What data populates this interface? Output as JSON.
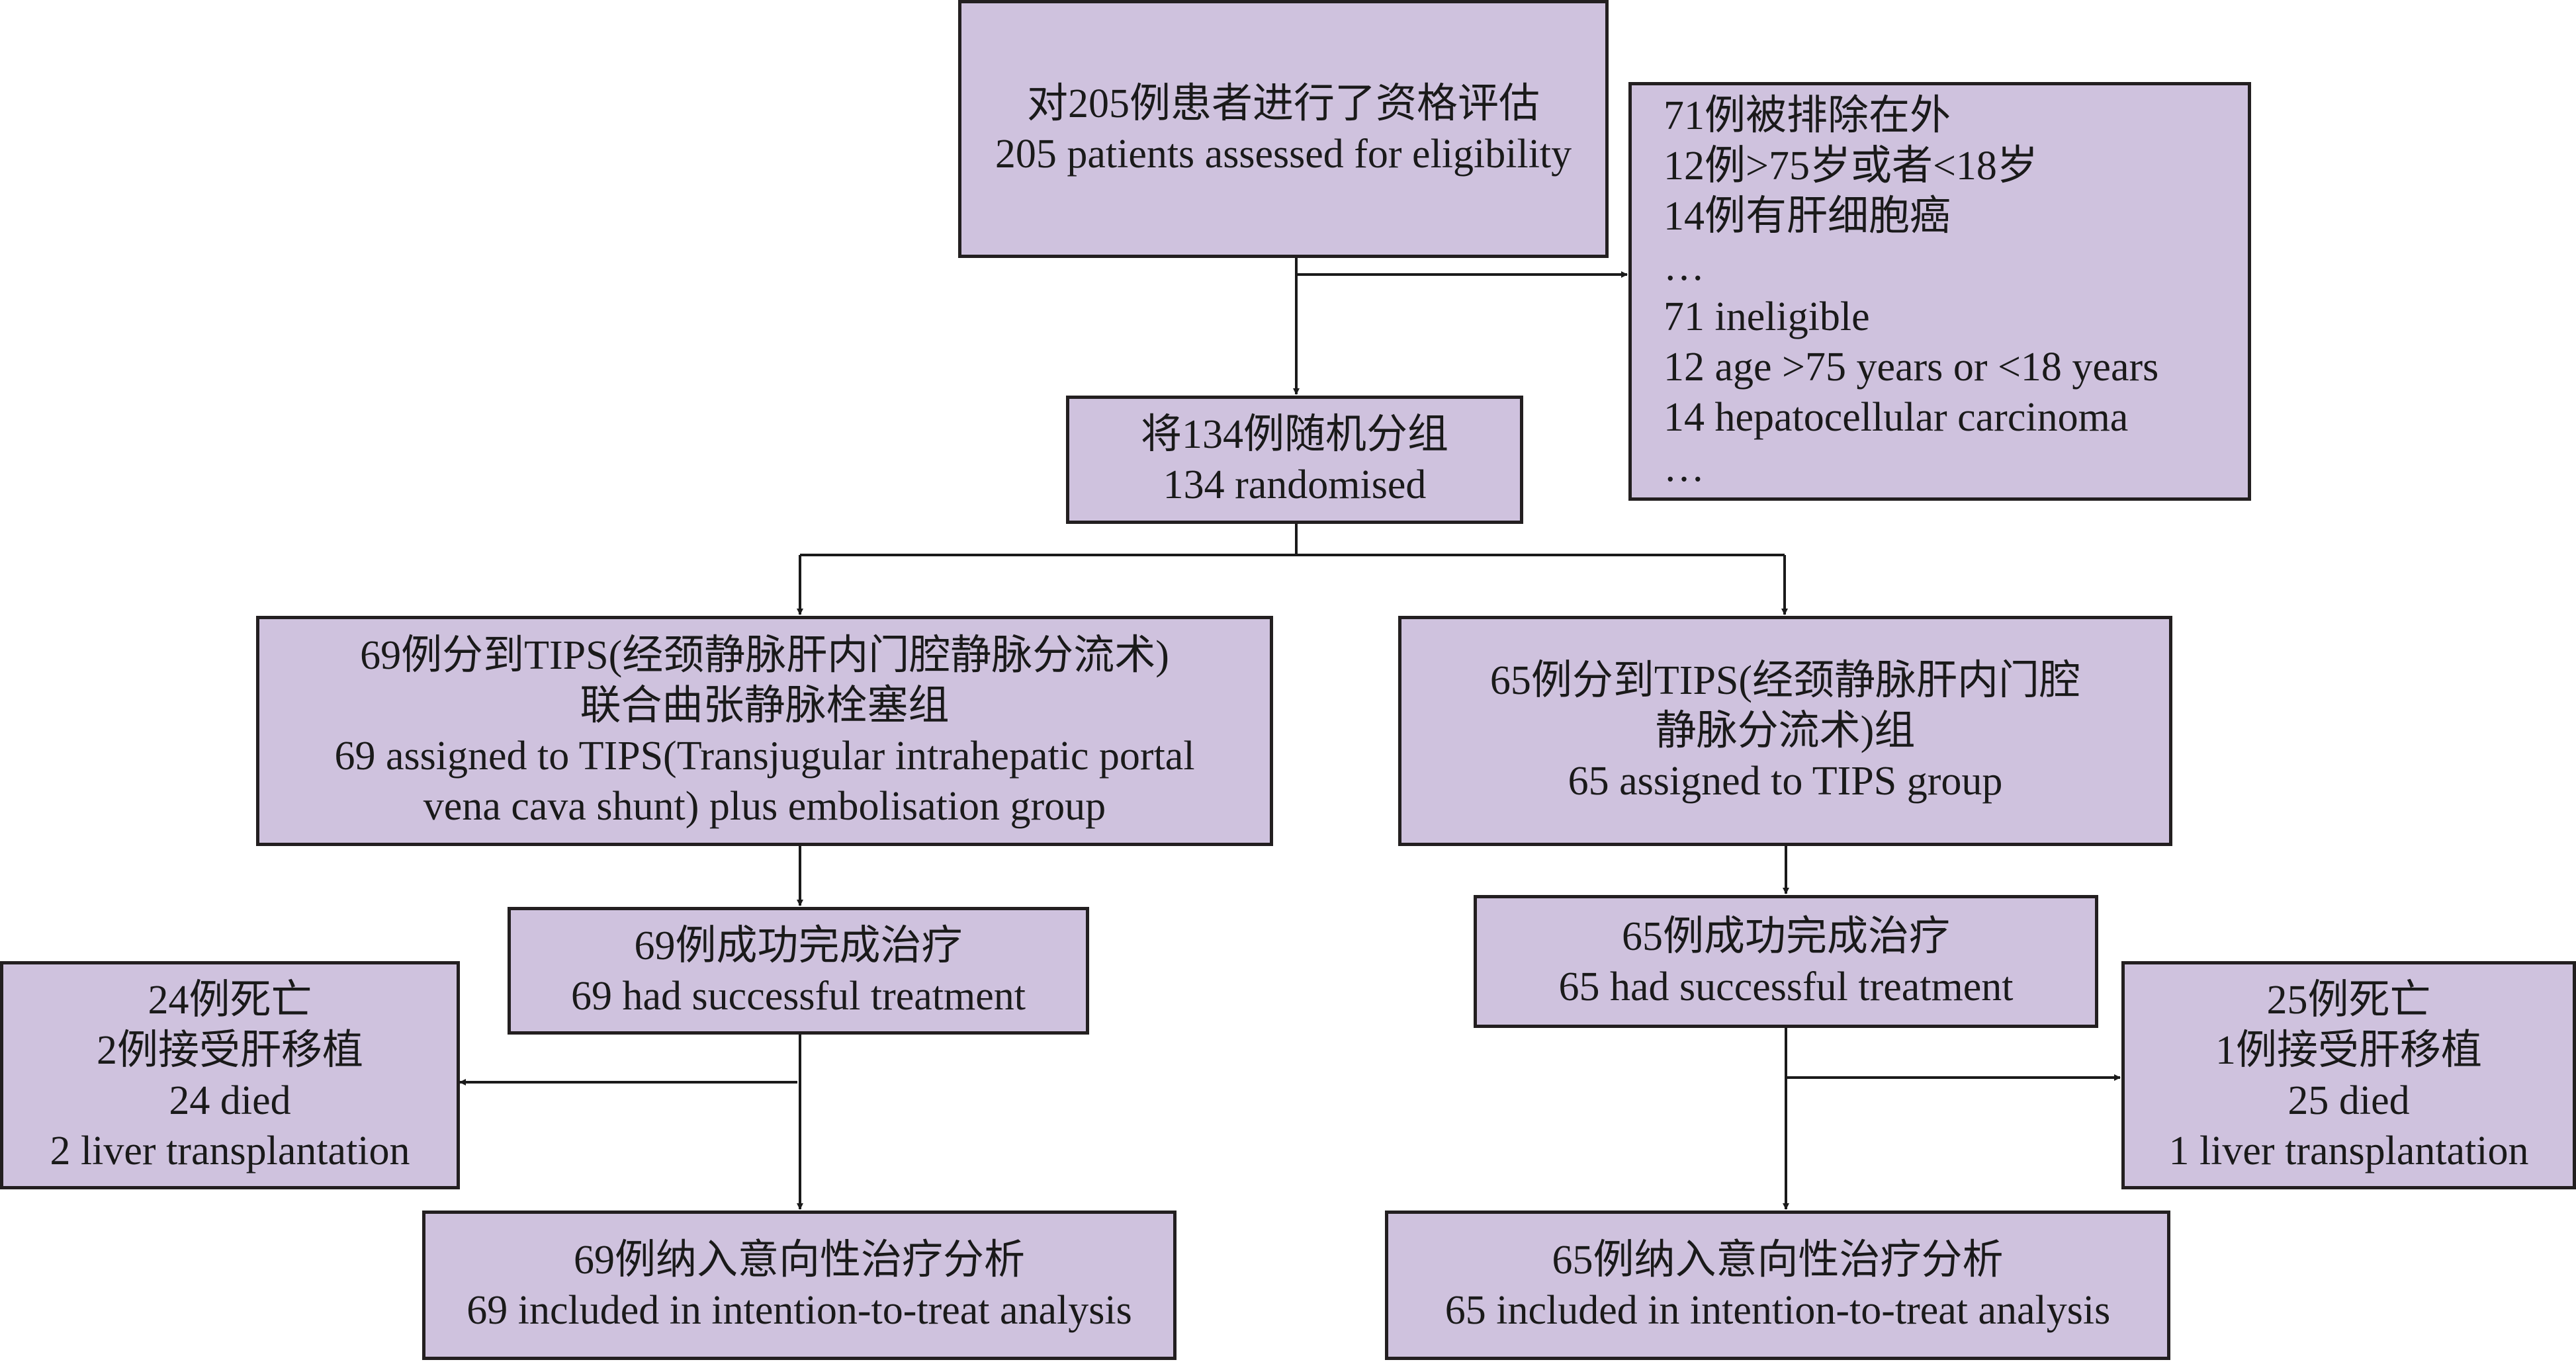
{
  "title": "CONSORT flow diagram",
  "colors": {
    "box_fill": "#cfc2de",
    "box_border": "#231f20",
    "line": "#1a1a1a"
  },
  "boxes": {
    "assessed": {
      "zh": "对205例患者进行了资格评估",
      "en": "205 patients assessed for eligibility"
    },
    "excluded": {
      "lines": [
        "71例被排除在外",
        "12例>75岁或者<18岁",
        "14例有肝细胞癌",
        "…",
        "71 ineligible",
        "12 age >75 years or <18 years",
        "14 hepatocellular carcinoma",
        "…"
      ]
    },
    "randomised": {
      "zh": "将134例随机分组",
      "en": "134 randomised"
    },
    "tips_embol": {
      "lines": [
        "69例分到TIPS(经颈静脉肝内门腔静脉分流术)",
        "联合曲张静脉栓塞组",
        "69 assigned to TIPS(Transjugular intrahepatic portal",
        "vena cava shunt) plus embolisation group"
      ]
    },
    "tips_only": {
      "lines": [
        "65例分到TIPS(经颈静脉肝内门腔",
        "静脉分流术)组",
        "65 assigned to TIPS group"
      ]
    },
    "left_success": {
      "zh": "69例成功完成治疗",
      "en": "69 had successful treatment"
    },
    "right_success": {
      "zh": "65例成功完成治疗",
      "en": "65 had successful treatment"
    },
    "left_lost": {
      "lines": [
        "24例死亡",
        "2例接受肝移植",
        "24 died",
        "2 liver transplantation"
      ]
    },
    "right_lost": {
      "lines": [
        "25例死亡",
        "1例接受肝移植",
        "25 died",
        "1 liver transplantation"
      ]
    },
    "left_itt": {
      "zh": "69例纳入意向性治疗分析",
      "en": "69 included in intention-to-treat analysis"
    },
    "right_itt": {
      "zh": "65例纳入意向性治疗分析",
      "en": "65 included in intention-to-treat analysis"
    }
  }
}
